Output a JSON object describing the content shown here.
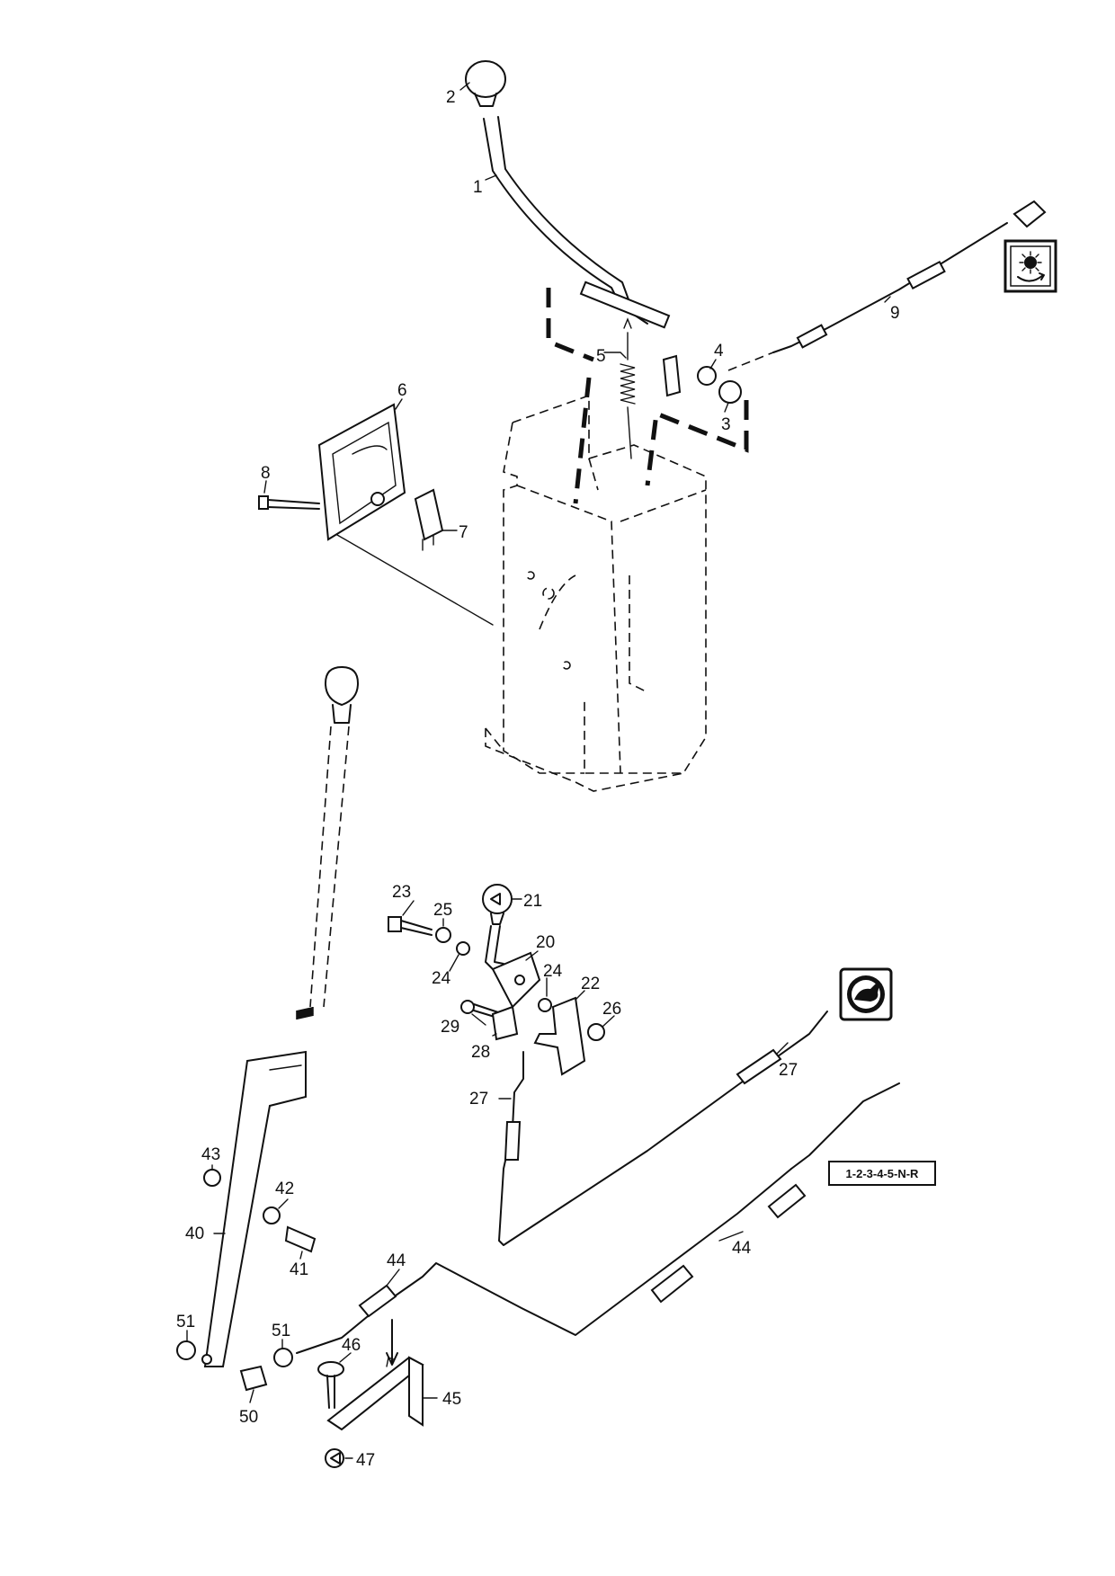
{
  "callouts": [
    {
      "id": "c1",
      "text": "1"
    },
    {
      "id": "c2",
      "text": "2"
    },
    {
      "id": "c3",
      "text": "3"
    },
    {
      "id": "c4",
      "text": "4"
    },
    {
      "id": "c5",
      "text": "5"
    },
    {
      "id": "c6",
      "text": "6"
    },
    {
      "id": "c7",
      "text": "7"
    },
    {
      "id": "c8",
      "text": "8"
    },
    {
      "id": "c9",
      "text": "9"
    },
    {
      "id": "c20",
      "text": "20"
    },
    {
      "id": "c21",
      "text": "21"
    },
    {
      "id": "c22",
      "text": "22"
    },
    {
      "id": "c23",
      "text": "23"
    },
    {
      "id": "c24a",
      "text": "24"
    },
    {
      "id": "c24b",
      "text": "24"
    },
    {
      "id": "c25",
      "text": "25"
    },
    {
      "id": "c26",
      "text": "26"
    },
    {
      "id": "c27a",
      "text": "27"
    },
    {
      "id": "c27b",
      "text": "27"
    },
    {
      "id": "c28",
      "text": "28"
    },
    {
      "id": "c29",
      "text": "29"
    },
    {
      "id": "c40",
      "text": "40"
    },
    {
      "id": "c41",
      "text": "41"
    },
    {
      "id": "c42",
      "text": "42"
    },
    {
      "id": "c43",
      "text": "43"
    },
    {
      "id": "c44a",
      "text": "44"
    },
    {
      "id": "c44b",
      "text": "44"
    },
    {
      "id": "c45",
      "text": "45"
    },
    {
      "id": "c46",
      "text": "46"
    },
    {
      "id": "c47",
      "text": "47"
    },
    {
      "id": "c50",
      "text": "50"
    },
    {
      "id": "c51a",
      "text": "51"
    },
    {
      "id": "c51b",
      "text": "51"
    }
  ],
  "gear_pattern_label": "1-2-3-4-5-N-R",
  "icons": {
    "top": "pto-engage-icon",
    "middle": "rabbit-speed-icon"
  }
}
